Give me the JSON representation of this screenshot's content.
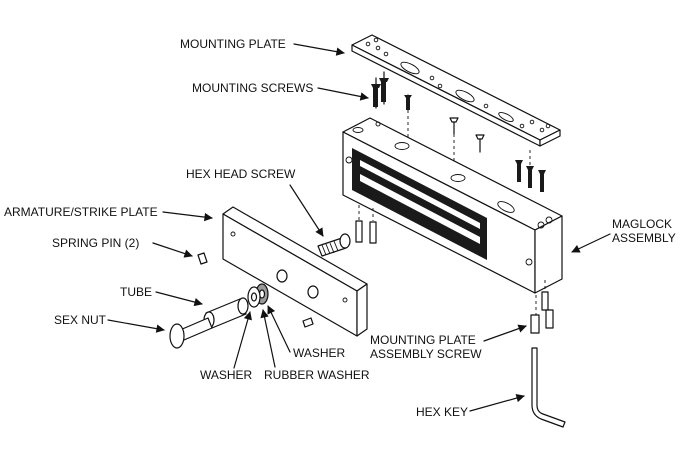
{
  "labels": {
    "mounting_plate": "MOUNTING PLATE",
    "mounting_screws": "MOUNTING SCREWS",
    "hex_head_screw": "HEX HEAD SCREW",
    "armature_strike_plate": "ARMATURE/STRIKE PLATE",
    "spring_pin": "SPRING PIN (2)",
    "tube": "TUBE",
    "sex_nut": "SEX NUT",
    "washer_right": "WASHER",
    "washer_left": "WASHER",
    "rubber_washer": "RUBBER WASHER",
    "maglock_line1": "MAGLOCK",
    "maglock_line2": "ASSEMBLY",
    "mps_line1": "MOUNTING PLATE",
    "mps_line2": "ASSEMBLY SCREW",
    "hex_key": "HEX KEY"
  },
  "colors": {
    "line": "#111111",
    "background": "#ffffff",
    "coil_dark": "#1a1a1a"
  },
  "icons": {
    "arrow": "leader-arrow"
  }
}
